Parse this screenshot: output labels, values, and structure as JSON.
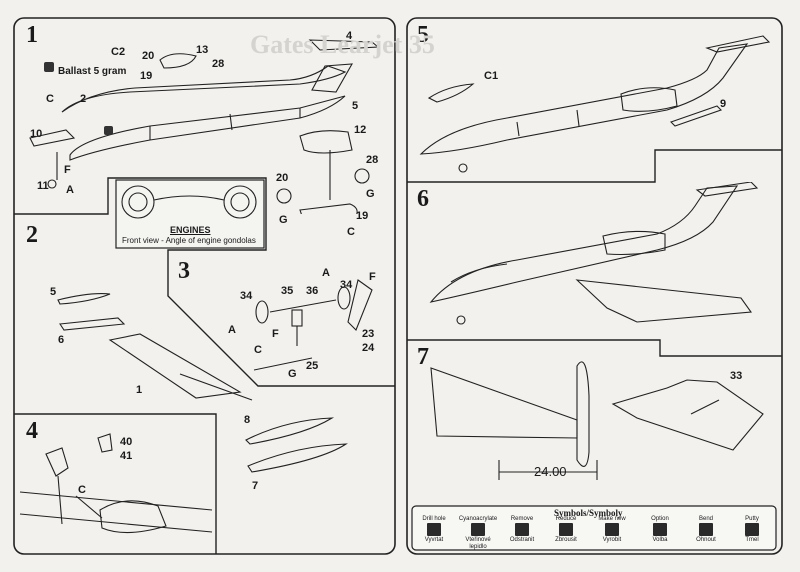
{
  "steps": {
    "s1": "1",
    "s2": "2",
    "s3": "3",
    "s4": "4",
    "s5": "5",
    "s6": "6",
    "s7": "7"
  },
  "step1": {
    "ballast": "Ballast 5 gram",
    "parts": [
      "C2",
      "20",
      "13",
      "28",
      "19",
      "4",
      "C",
      "2",
      "5",
      "10",
      "12",
      "F",
      "11",
      "A",
      "20",
      "28",
      "G",
      "G",
      "19",
      "C"
    ]
  },
  "engines_box": {
    "title": "ENGINES",
    "caption": "Front view - Angle of engine gondolas"
  },
  "step2": {
    "parts": [
      "5",
      "6",
      "1"
    ]
  },
  "step3": {
    "parts": [
      "34",
      "35",
      "36",
      "A",
      "34",
      "F",
      "A",
      "F",
      "C",
      "G",
      "25",
      "23",
      "24"
    ]
  },
  "step4": {
    "parts": [
      "40",
      "41",
      "C"
    ]
  },
  "step_wing": {
    "parts": [
      "8",
      "7"
    ]
  },
  "step5": {
    "parts": [
      "C1",
      "9"
    ]
  },
  "step7": {
    "parts": [
      "33"
    ],
    "dimension": "24.00"
  },
  "symbols": {
    "title": "Symbols/Symboly",
    "items": [
      {
        "top": "Drill hole",
        "bottom": "Vyvrtat"
      },
      {
        "top": "Cyanoacrylate",
        "bottom": "Vteřinové lepidlo"
      },
      {
        "top": "Remove",
        "bottom": "Odstranit"
      },
      {
        "top": "Reduce",
        "bottom": "Zbrousit"
      },
      {
        "top": "Make new",
        "bottom": "Vyrobit"
      },
      {
        "top": "Option",
        "bottom": "Volba"
      },
      {
        "top": "Bend",
        "bottom": "Ohnout"
      },
      {
        "top": "Putty",
        "bottom": "Tmel"
      }
    ]
  },
  "background_title": "Gates Learjet 35"
}
